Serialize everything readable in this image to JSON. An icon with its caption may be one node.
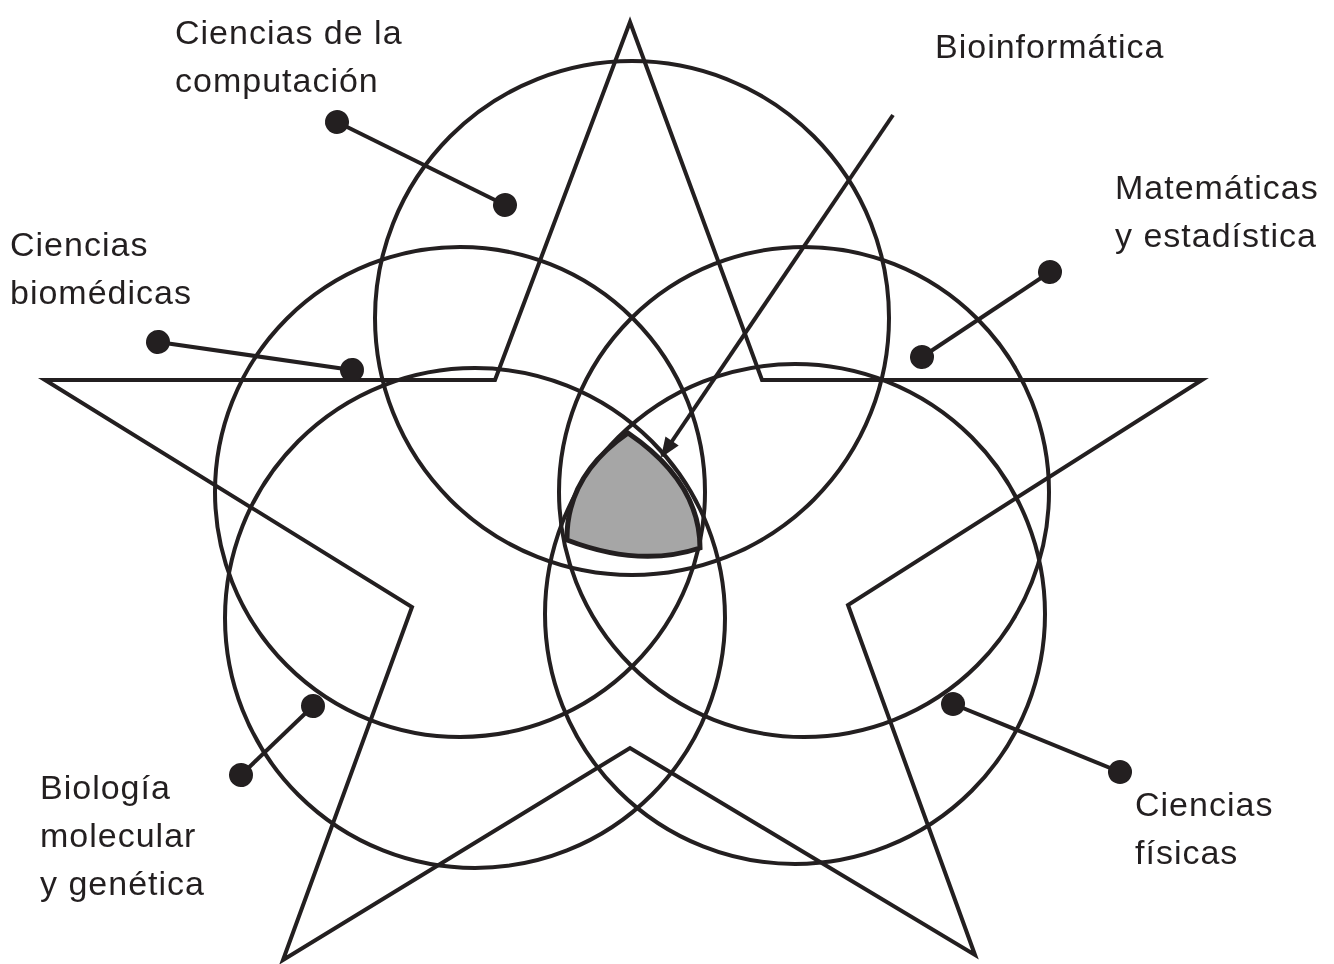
{
  "diagram": {
    "nodes": [
      {
        "text": [
          "Ciencias de la computación"
        ]
      },
      {
        "text": [
          "Bioinformática"
        ]
      },
      {
        "text": [
          "Matemáticas y estadística"
        ]
      },
      {
        "text": [
          "Ciencias biomédicas"
        ]
      },
      {
        "text": [
          "Biología molecular y genética"
        ]
      },
      {
        "text": [
          "Ciencias físicas"
        ]
      },
      {
        "text": [],
        "shape": "circle"
      },
      {
        "text": [],
        "shape": "circle"
      },
      {
        "text": [],
        "shape": "circle"
      },
      {
        "text": [],
        "shape": "circle"
      },
      {
        "text": [],
        "shape": "circle"
      },
      {
        "text": [],
        "shape": "triangle"
      }
    ],
    "edges": [
      {
        "from": 0,
        "to": 6,
        "arrow": "other"
      },
      {
        "from": 1,
        "to": 11,
        "arrow": "to"
      },
      {
        "from": 2,
        "to": 8,
        "arrow": "other"
      },
      {
        "from": 3,
        "to": 7,
        "arrow": "other"
      },
      {
        "from": 4,
        "to": 9,
        "arrow": "other"
      },
      {
        "from": 5,
        "to": 10,
        "arrow": "other"
      }
    ]
  }
}
